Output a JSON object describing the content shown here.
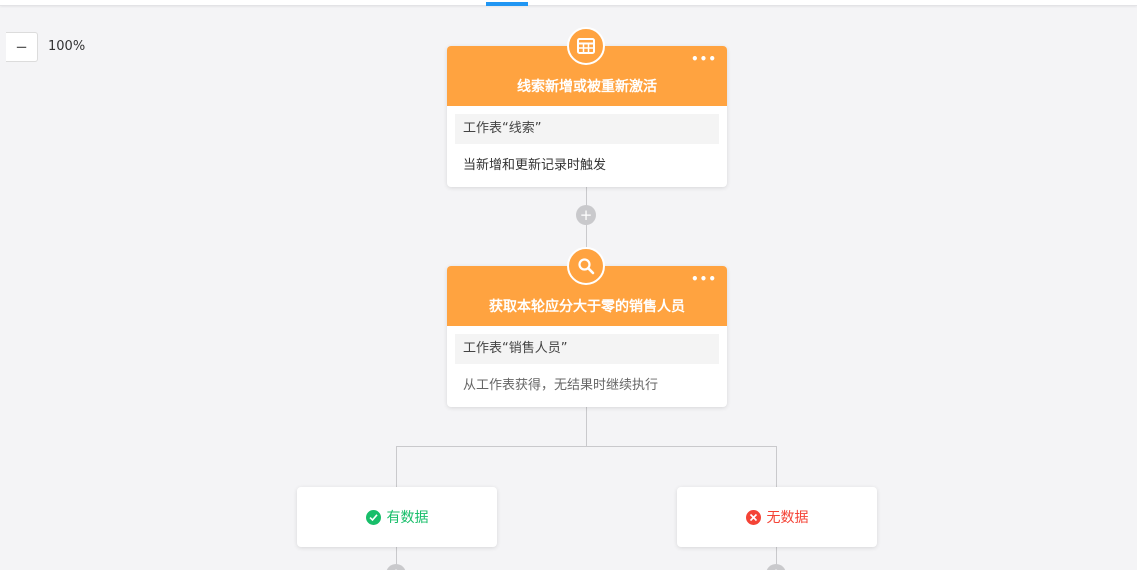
{
  "zoom": {
    "minus_label": "−",
    "value": "100%"
  },
  "nodes": [
    {
      "icon": "table-icon",
      "title": "线索新增或被重新激活",
      "more_label": "•••",
      "sheet": "工作表“线索”",
      "description": "当新增和更新记录时触发"
    },
    {
      "icon": "search-icon",
      "title": "获取本轮应分大于零的销售人员",
      "more_label": "•••",
      "sheet": "工作表“销售人员”",
      "description": "从工作表获得，无结果时继续执行"
    }
  ],
  "add_button_label": "+",
  "branches": [
    {
      "label": "有数据",
      "icon": "check-circle-icon",
      "color": "#18be6a"
    },
    {
      "label": "无数据",
      "icon": "close-circle-icon",
      "color": "#f44336"
    }
  ],
  "colors": {
    "node_header": "#ffa340",
    "accent": "#2196f3",
    "connector": "#c9c9cc"
  }
}
